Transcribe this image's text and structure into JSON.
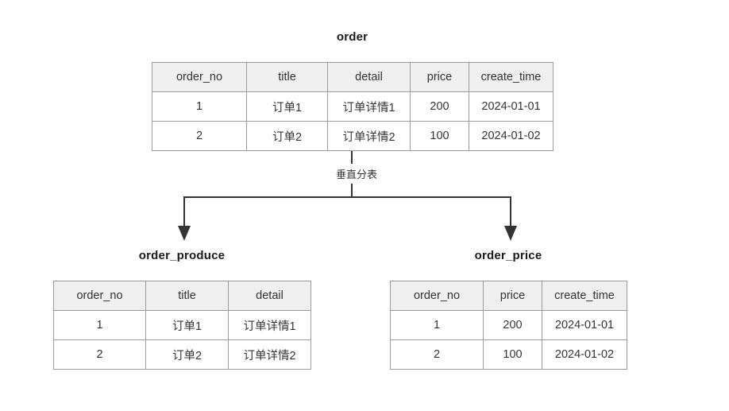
{
  "diagram": {
    "type": "vertical-table-partition",
    "split_label": "垂直分表",
    "colors": {
      "header_bg": "#efefef",
      "border": "#9a9a9a",
      "text": "#333333",
      "line": "#333333"
    }
  },
  "source_table": {
    "title": "order",
    "columns": [
      "order_no",
      "title",
      "detail",
      "price",
      "create_time"
    ],
    "rows": [
      [
        "1",
        "订单1",
        "订单详情1",
        "200",
        "2024-01-01"
      ],
      [
        "2",
        "订单2",
        "订单详情2",
        "100",
        "2024-01-02"
      ]
    ]
  },
  "target_tables": [
    {
      "title": "order_produce",
      "columns": [
        "order_no",
        "title",
        "detail"
      ],
      "rows": [
        [
          "1",
          "订单1",
          "订单详情1"
        ],
        [
          "2",
          "订单2",
          "订单详情2"
        ]
      ]
    },
    {
      "title": "order_price",
      "columns": [
        "order_no",
        "price",
        "create_time"
      ],
      "rows": [
        [
          "1",
          "200",
          "2024-01-01"
        ],
        [
          "2",
          "100",
          "2024-01-02"
        ]
      ]
    }
  ]
}
